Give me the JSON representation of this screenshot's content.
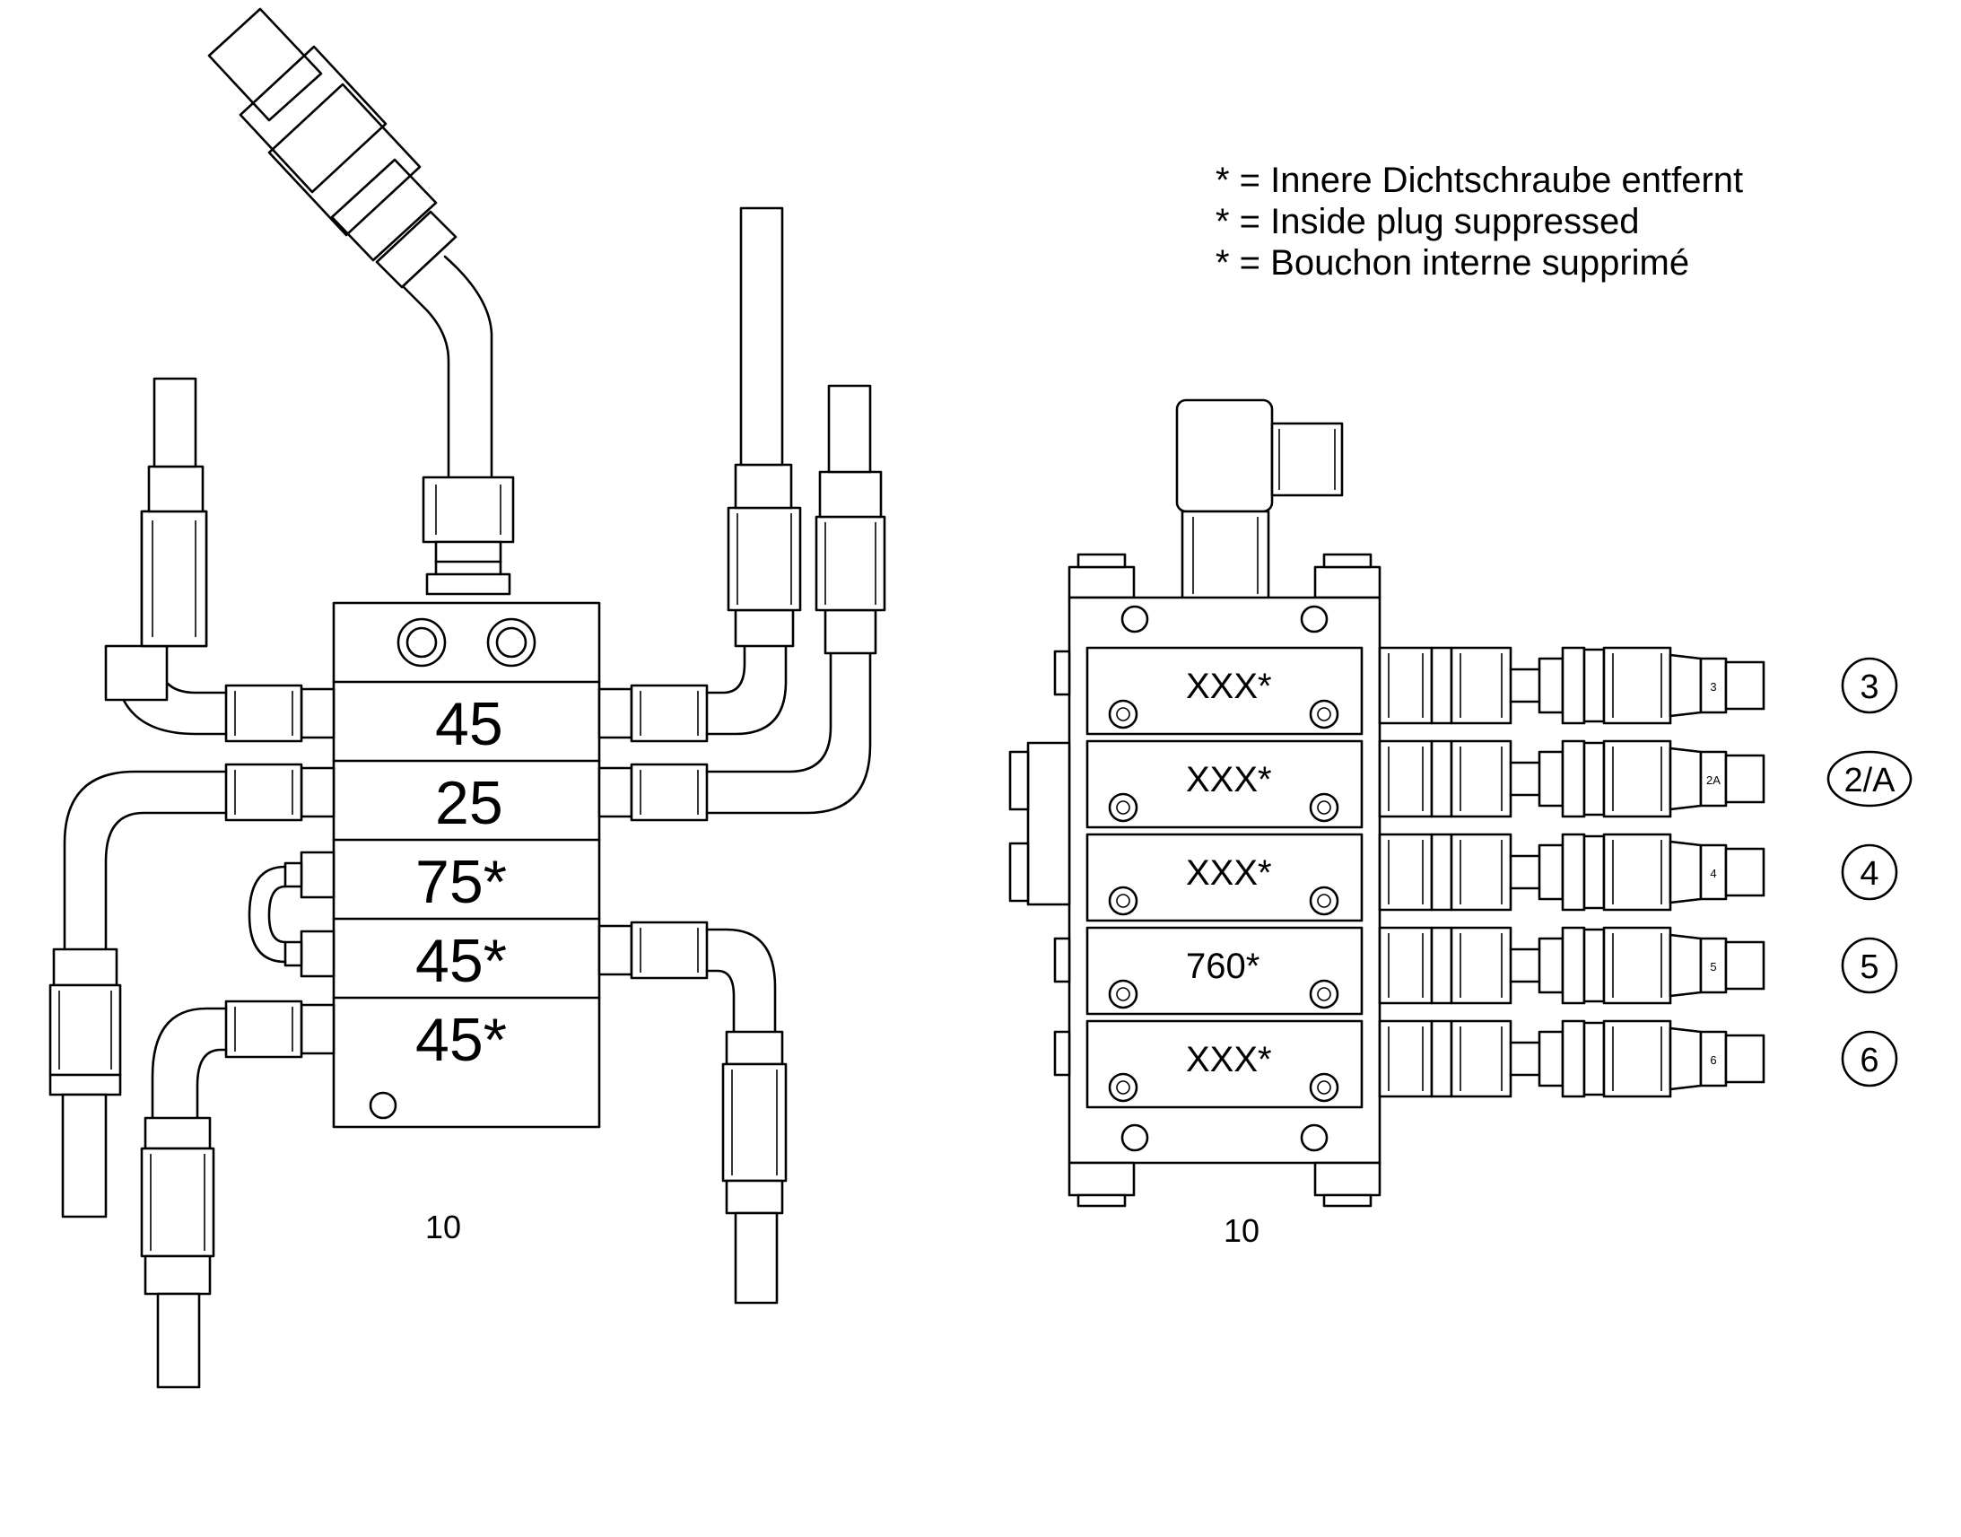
{
  "legend": {
    "line_de": "* = Innere Dichtschraube entfernt",
    "line_en": "* = Inside plug suppressed",
    "line_fr": "* = Bouchon interne supprimé"
  },
  "left_block": {
    "sections": [
      "45",
      "25",
      "75*",
      "45*",
      "45*"
    ],
    "caption": "10"
  },
  "right_block": {
    "sections": [
      "XXX*",
      "XXX*",
      "XXX*",
      "760*",
      "XXX*"
    ],
    "caption": "10",
    "outlet_tags": [
      "3",
      "2A",
      "4",
      "5",
      "6"
    ],
    "outlet_callouts": [
      "3",
      "2/A",
      "4",
      "5",
      "6"
    ]
  }
}
